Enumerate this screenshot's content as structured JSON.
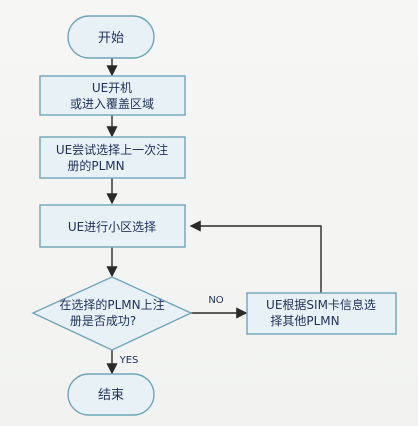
{
  "flowchart": {
    "start_label": "开始",
    "step1_lines": [
      "UE开机",
      "或进入覆盖区域"
    ],
    "step2_lines": [
      "UE尝试选择上一次注",
      "册的PLMN"
    ],
    "step3_label": "UE进行小区选择",
    "decision_lines": [
      "在选择的PLMN上注",
      "册是否成功?"
    ],
    "no_label": "NO",
    "side_lines": [
      "UE根据SIM卡信息选",
      "择其他PLMN"
    ],
    "yes_label": "YES",
    "end_label": "结束"
  },
  "colors": {
    "background": "#f2f3f1",
    "box_fill": "#e8f2f6",
    "box_stroke": "#6ea5b9",
    "line": "#2a2a2a",
    "text": "#1f2f5a"
  }
}
